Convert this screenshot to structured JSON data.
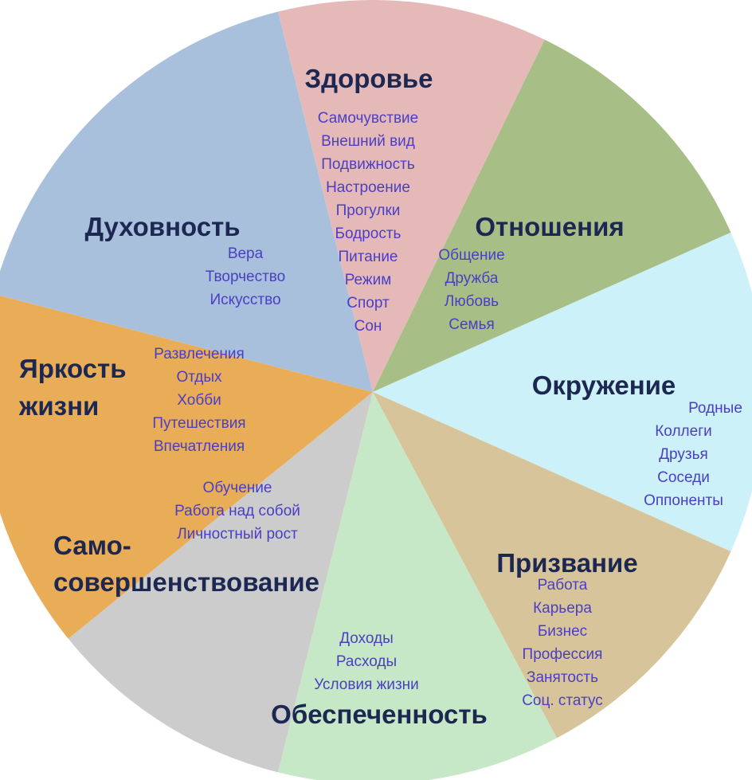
{
  "sectors": [
    {
      "key": "health",
      "color": "#e6b9b9",
      "title": [
        "Здоровье"
      ],
      "items": [
        "Самочувствие",
        "Внешний вид",
        "Подвижность",
        "Настроение",
        "Прогулки",
        "Бодрость",
        "Питание",
        "Режим",
        "Спорт",
        "Сон"
      ]
    },
    {
      "key": "relations",
      "color": "#a7bf86",
      "title": [
        "Отношения"
      ],
      "items": [
        "Общение",
        "Дружба",
        "Любовь",
        "Семья"
      ]
    },
    {
      "key": "environment",
      "color": "#cdf1f8",
      "title": [
        "Окружение"
      ],
      "items": [
        "Родные",
        "Коллеги",
        "Друзья",
        "Соседи",
        "Оппоненты"
      ]
    },
    {
      "key": "calling",
      "color": "#d8c49a",
      "title": [
        "Призвание"
      ],
      "items": [
        "Работа",
        "Карьера",
        "Бизнес",
        "Профессия",
        "Занятость",
        "Соц. статус"
      ]
    },
    {
      "key": "wealth",
      "color": "#c6e8c6",
      "title": [
        "Обеспеченность"
      ],
      "items": [
        "Доходы",
        "Расходы",
        "Условия жизни"
      ]
    },
    {
      "key": "self",
      "color": "#cccccc",
      "title": [
        "Само-",
        "совершенствование"
      ],
      "items": [
        "Обучение",
        "Работа над собой",
        "Личностный рост"
      ]
    },
    {
      "key": "brightness",
      "color": "#e9ad57",
      "title": [
        "Яркость",
        "жизни"
      ],
      "items": [
        "Развлечения",
        "Отдых",
        "Хобби",
        "Путешествия",
        "Впечатления"
      ]
    },
    {
      "key": "spirit",
      "color": "#a9c0dc",
      "title": [
        "Духовность"
      ],
      "items": [
        "Вера",
        "Творчество",
        "Искусство"
      ]
    }
  ]
}
